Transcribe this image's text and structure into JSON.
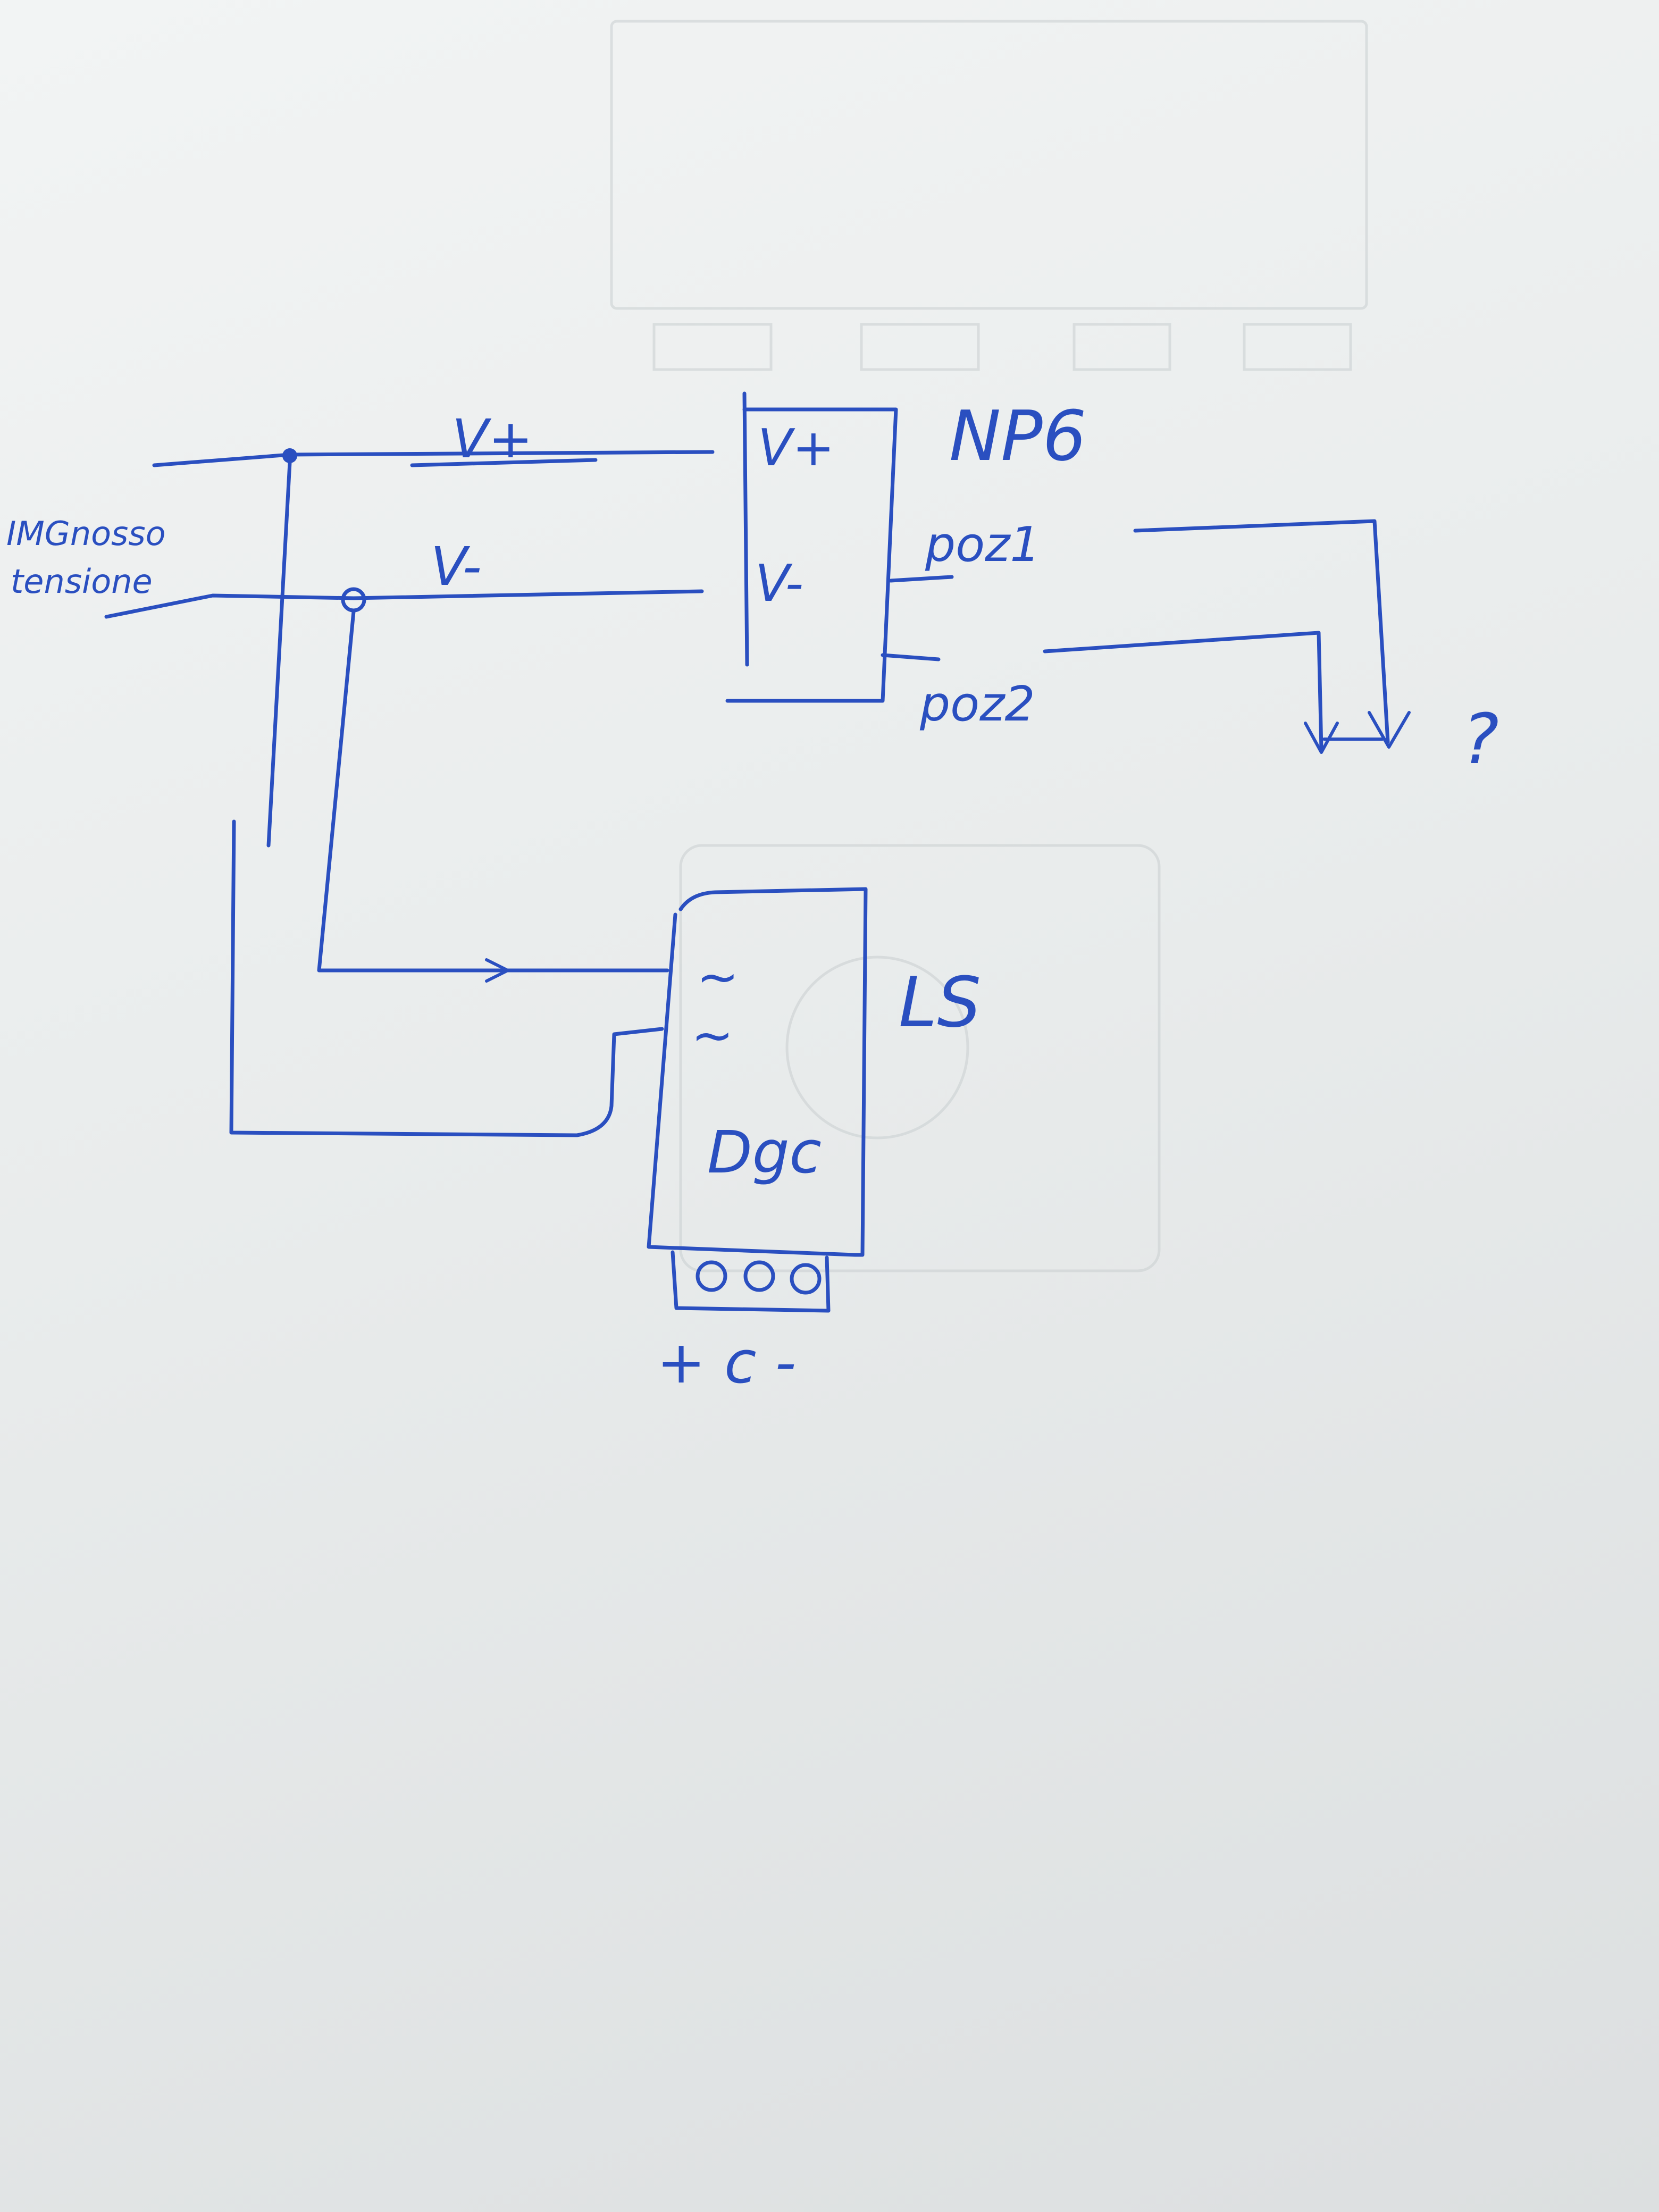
{
  "diagram": {
    "ink_color": "#2a4fc0",
    "paper_color": "#eceeef",
    "input_label_line1": "IMGnosso",
    "input_label_line2": "tensione",
    "wire_plus_label": "V+",
    "wire_minus_label": "V-",
    "block_top": {
      "name": "NP6",
      "pin_vplus": "V+",
      "pin_vminus": "V-",
      "out1": "poz1",
      "out2": "poz2"
    },
    "question_mark": "?",
    "block_bottom": {
      "name": "LS",
      "pin_a": "~",
      "pin_b": "~",
      "body_text": "Dgc",
      "terminals": "+ c -"
    }
  }
}
